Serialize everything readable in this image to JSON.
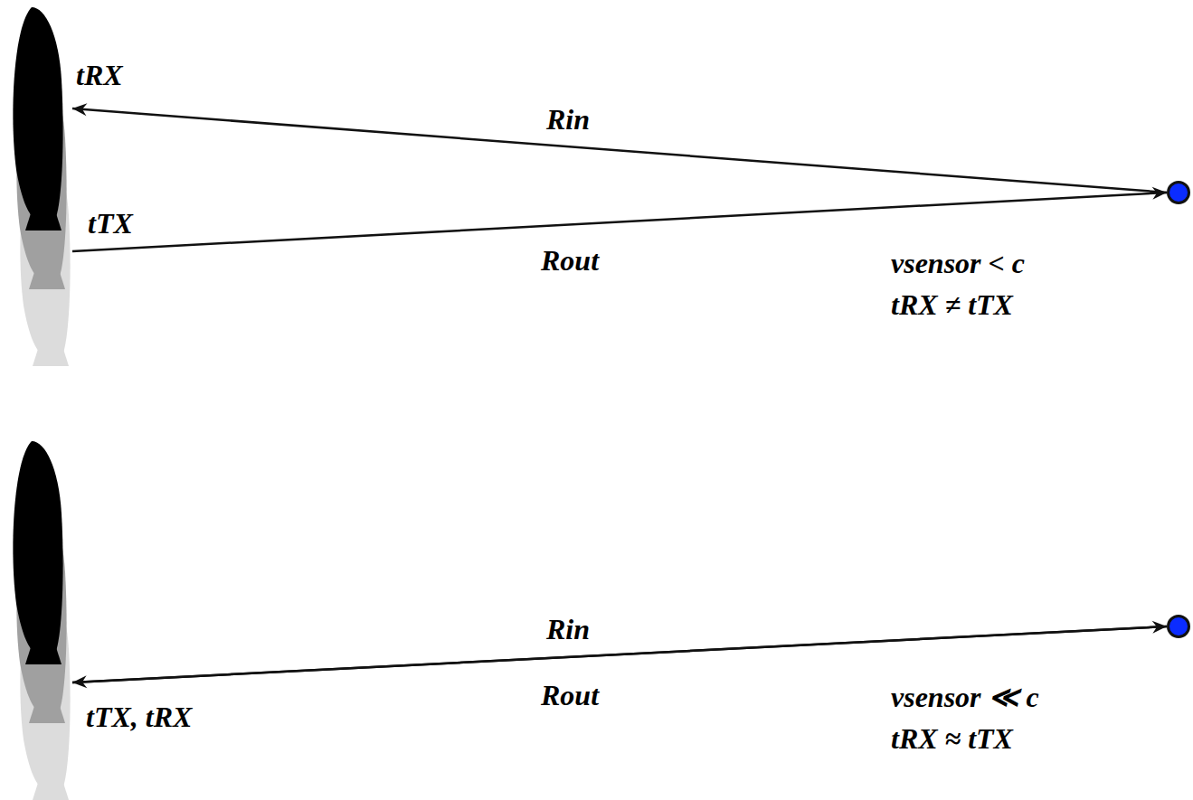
{
  "diagram": {
    "nodes": [
      {
        "text": [
          "tRX",
          "tTX"
        ]
      },
      {
        "text": [
          "vsensor < c",
          "tRX ≠ tTX"
        ]
      },
      {
        "text": [
          "tTX, tRX"
        ]
      },
      {
        "text": [
          "vsensor ≪ c",
          "tRX ≈ tTX"
        ]
      }
    ],
    "edges": [
      {
        "from": 1,
        "to": 0,
        "arrow": "to",
        "label": "Rin"
      },
      {
        "from": 0,
        "to": 1,
        "arrow": "to",
        "label": "Rout"
      },
      {
        "from": 3,
        "to": 2,
        "arrow": "to",
        "label": "Rin"
      },
      {
        "from": 2,
        "to": 3,
        "arrow": "to",
        "label": "Rout"
      }
    ]
  }
}
